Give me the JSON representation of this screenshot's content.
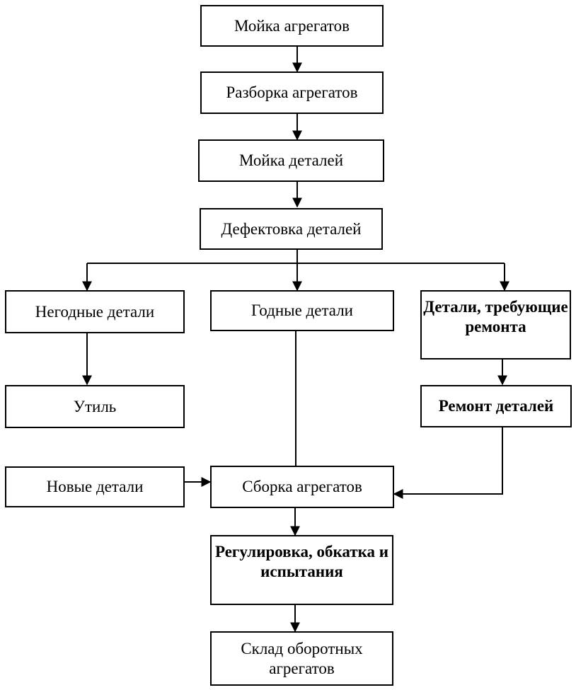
{
  "nodes": {
    "wash_units": "Мойка агрегатов",
    "disassembly": "Разборка агрегатов",
    "wash_parts": "Мойка деталей",
    "defect": "Дефектовка деталей",
    "unusable": "Негодные детали",
    "usable": "Годные детали",
    "repair_needed": "Детали, требующие ремонта",
    "scrap": "Утиль",
    "repair": "Ремонт деталей",
    "new_parts": "Новые детали",
    "assembly": "Сборка агрегатов",
    "adjust": "Регулировка, обкатка и испытания",
    "storage": "Склад оборотных агрегатов"
  }
}
